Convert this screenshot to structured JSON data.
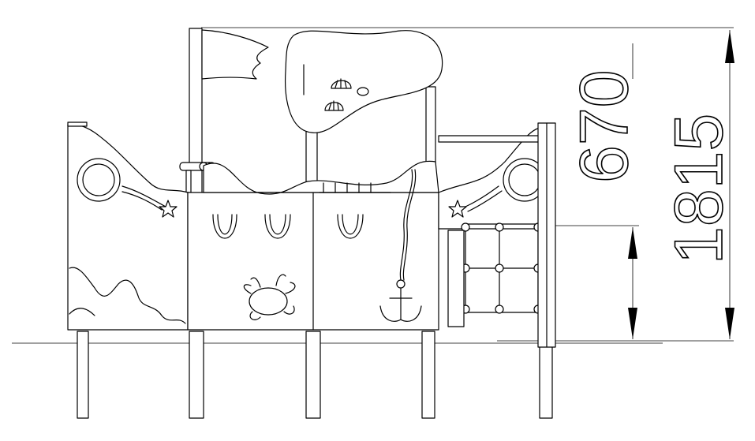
{
  "dimensions": {
    "height_total": "1815",
    "platform_height": "670"
  },
  "colors": {
    "line": "#000000",
    "background": "#ffffff"
  },
  "icons": [
    "flag",
    "sign-board",
    "shell",
    "porthole",
    "starfish",
    "crab",
    "anchor",
    "chain",
    "net-ladder",
    "handle",
    "telescope"
  ]
}
